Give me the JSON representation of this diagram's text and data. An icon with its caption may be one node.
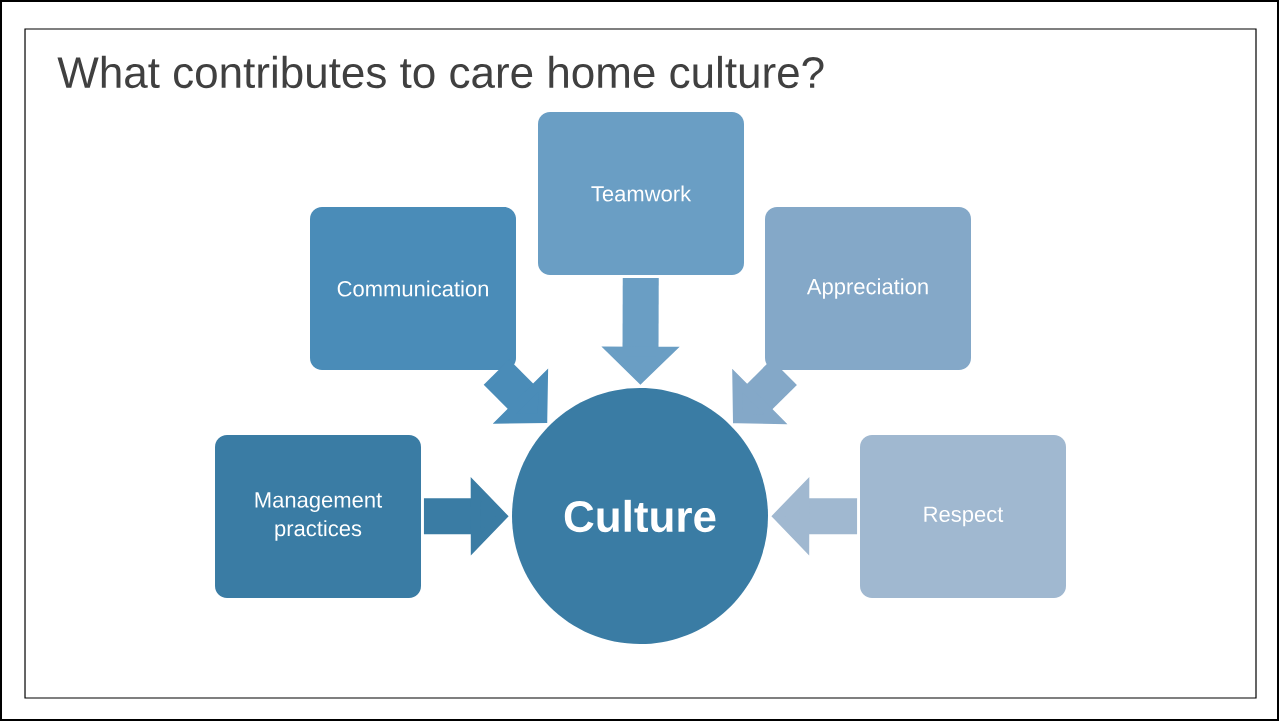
{
  "diagram": {
    "title": "What contributes to care home culture?",
    "nodes": [
      {
        "text": [
          "Teamwork"
        ]
      },
      {
        "text": [
          "Communication"
        ]
      },
      {
        "text": [
          "Appreciation"
        ]
      },
      {
        "text": [
          "Management practices"
        ]
      },
      {
        "text": [
          "Culture"
        ]
      },
      {
        "text": [
          "Respect"
        ]
      }
    ],
    "edges": [
      {
        "from": 0,
        "to": 4,
        "arrow": "to",
        "color": "#6a9ec4"
      },
      {
        "from": 1,
        "to": 4,
        "arrow": "to",
        "color": "#4a8cb8"
      },
      {
        "from": 2,
        "to": 4,
        "arrow": "to",
        "color": "#84a8c8"
      },
      {
        "from": 3,
        "to": 4,
        "arrow": "to",
        "color": "#3a7ca4"
      },
      {
        "from": 5,
        "to": 4,
        "arrow": "to",
        "color": "#a0b8d0"
      }
    ]
  }
}
